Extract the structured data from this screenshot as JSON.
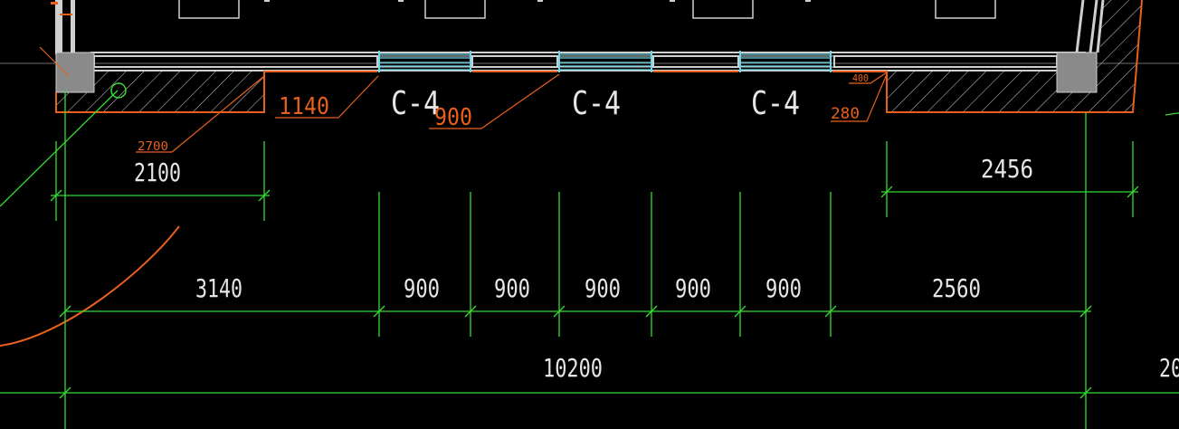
{
  "colors": {
    "background": "#000000",
    "dimension": "#33dd33",
    "wall": "#cfcfcf",
    "window": "#6ad8e8",
    "annotation": "#e8601c",
    "column": "#8a8a8a",
    "text": "#e6e6e6"
  },
  "window_tags": [
    "C-4",
    "C-4",
    "C-4"
  ],
  "annotations": {
    "left_2700": "2700",
    "left_1140": "1140",
    "mid_900": "900",
    "right_400": "400",
    "right_280": "280"
  },
  "dimensions": {
    "top_left": "2100",
    "top_right": "2456",
    "segments": [
      "3140",
      "900",
      "900",
      "900",
      "900",
      "900",
      "2560"
    ],
    "overall": "10200",
    "cut_right": "20"
  }
}
